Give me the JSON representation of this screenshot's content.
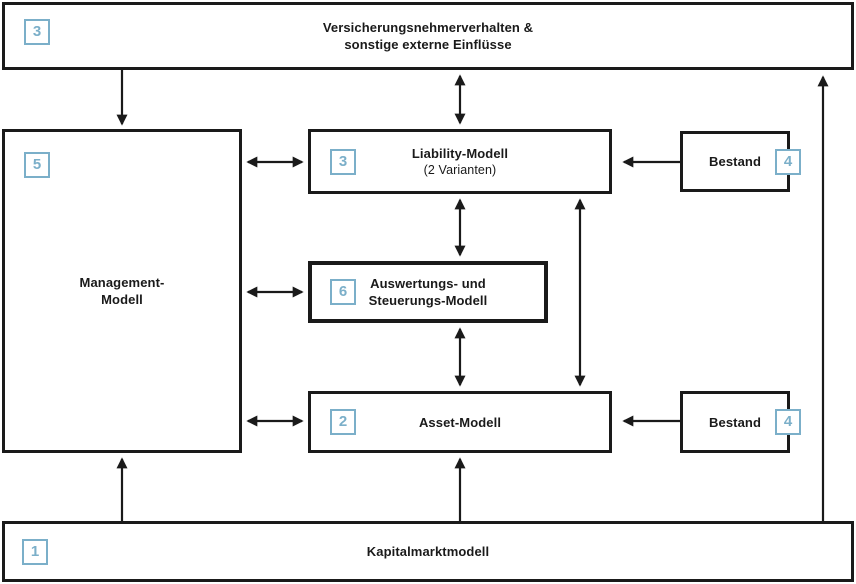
{
  "colors": {
    "accent_blue": "#7bafc9",
    "line_black": "#1a1a1a",
    "background": "#ffffff"
  },
  "nodes": {
    "extern": {
      "badge": "3",
      "lines": [
        "Versicherungsnehmerverhalten &",
        "sonstige externe Einflüsse"
      ]
    },
    "management": {
      "badge": "5",
      "lines": [
        "Management-",
        "Modell"
      ]
    },
    "liability": {
      "badge": "3",
      "title": "Liability-Modell",
      "subtitle": "(2 Varianten)"
    },
    "auswertung": {
      "badge": "6",
      "lines": [
        "Auswertungs- und",
        "Steuerungs-Modell"
      ]
    },
    "asset": {
      "badge": "2",
      "lines": [
        "Asset-Modell"
      ]
    },
    "bestand_liability": {
      "badge": "4",
      "lines": [
        "Bestand"
      ]
    },
    "bestand_asset": {
      "badge": "4",
      "lines": [
        "Bestand"
      ]
    },
    "kapitalmarkt": {
      "badge": "1",
      "lines": [
        "Kapitalmarktmodell"
      ]
    }
  },
  "edges": [
    {
      "from": "extern",
      "to": "management",
      "bidirectional": false
    },
    {
      "from": "extern",
      "to": "liability",
      "bidirectional": true
    },
    {
      "from": "management",
      "to": "liability",
      "bidirectional": true
    },
    {
      "from": "management",
      "to": "auswertung",
      "bidirectional": true
    },
    {
      "from": "management",
      "to": "asset",
      "bidirectional": true
    },
    {
      "from": "liability",
      "to": "auswertung",
      "bidirectional": true
    },
    {
      "from": "auswertung",
      "to": "asset",
      "bidirectional": true
    },
    {
      "from": "liability",
      "to": "asset",
      "bidirectional": true
    },
    {
      "from": "bestand_liability",
      "to": "liability",
      "bidirectional": false
    },
    {
      "from": "bestand_asset",
      "to": "asset",
      "bidirectional": false
    },
    {
      "from": "kapitalmarkt",
      "to": "management",
      "bidirectional": false
    },
    {
      "from": "kapitalmarkt",
      "to": "asset",
      "bidirectional": false
    },
    {
      "from": "kapitalmarkt",
      "to": "extern",
      "bidirectional": false
    }
  ]
}
